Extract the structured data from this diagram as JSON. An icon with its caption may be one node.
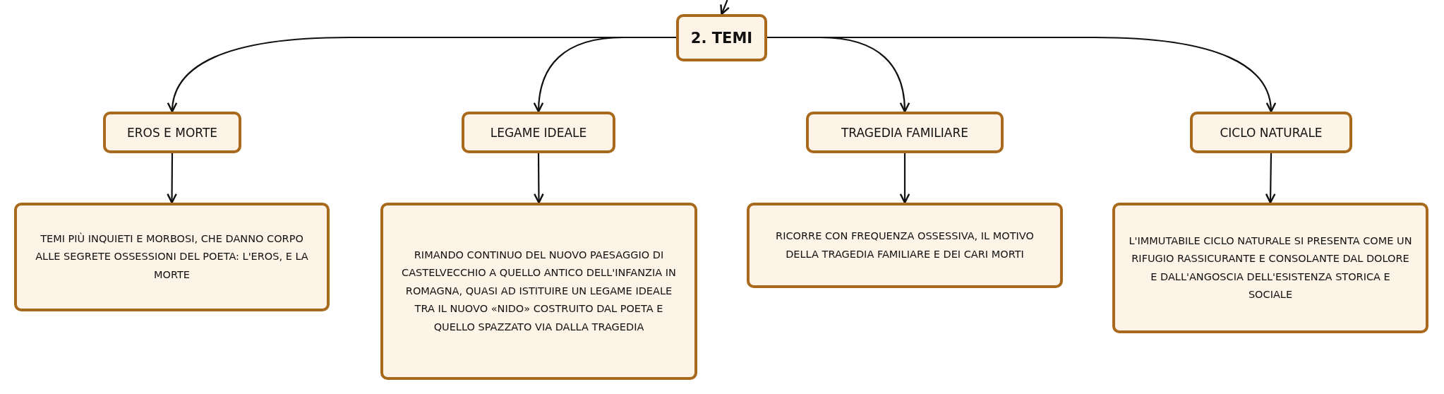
{
  "diagram": {
    "nodes": [
      {
        "text": [
          "2. TEMI"
        ]
      },
      {
        "text": [
          "EROS E MORTE"
        ]
      },
      {
        "text": [
          "LEGAME IDEALE"
        ]
      },
      {
        "text": [
          "TRAGEDIA FAMILIARE"
        ]
      },
      {
        "text": [
          "CICLO NATURALE"
        ]
      },
      {
        "text": [
          "TEMI PIÙ INQUIETI E MORBOSI, CHE DANNO CORPO ALLE SEGRETE OSSESSIONI DEL POETA: L'EROS, E LA MORTE"
        ]
      },
      {
        "text": [
          "RIMANDO CONTINUO DEL NUOVO PAESAGGIO DI CASTELVECCHIO A QUELLO ANTICO DELL'INFANZIA IN ROMAGNA, QUASI AD ISTITUIRE UN LEGAME IDEALE TRA IL NUOVO «NIDO» COSTRUITO DAL POETA E QUELLO SPAZZATO VIA DALLA TRAGEDIA"
        ]
      },
      {
        "text": [
          "RICORRE CON FREQUENZA OSSESSIVA, IL MOTIVO DELLA TRAGEDIA FAMILIARE E DEI CARI MORTI"
        ]
      },
      {
        "text": [
          "L'IMMUTABILE CICLO NATURALE SI PRESENTA COME UN RIFUGIO RASSICURANTE E CONSOLANTE DAL DOLORE E DALL'ANGOSCIA DELL'ESISTENZA STORICA E SOCIALE"
        ]
      }
    ],
    "edges": [
      {
        "from": null,
        "to": 0,
        "arrow": "to"
      },
      {
        "from": 0,
        "to": 1,
        "arrow": "to"
      },
      {
        "from": 0,
        "to": 2,
        "arrow": "to"
      },
      {
        "from": 0,
        "to": 3,
        "arrow": "to"
      },
      {
        "from": 0,
        "to": 4,
        "arrow": "to"
      },
      {
        "from": 1,
        "to": 5,
        "arrow": "to"
      },
      {
        "from": 2,
        "to": 6,
        "arrow": "to"
      },
      {
        "from": 3,
        "to": 7,
        "arrow": "to"
      },
      {
        "from": 4,
        "to": 8,
        "arrow": "to"
      }
    ]
  }
}
